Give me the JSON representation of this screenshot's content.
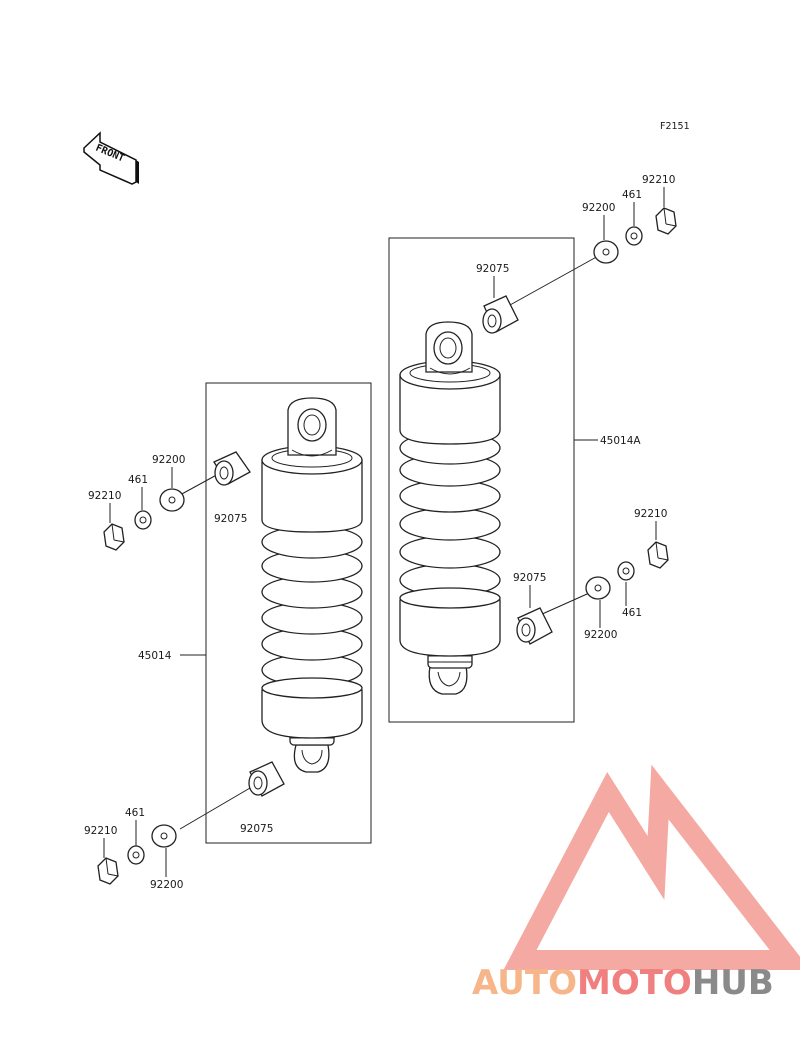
{
  "diagram_code": "F2151",
  "front_label": "FRONT",
  "assemblies": {
    "left": "45014",
    "right": "45014A"
  },
  "parts": {
    "nut": "92210",
    "washer_small": "461",
    "washer_large": "92200",
    "bushing": "92075"
  },
  "watermark": {
    "part1": "AUTO",
    "part2": "MOTO",
    "part3": "HUB",
    "colors": {
      "auto": "#f6b68a",
      "moto": "#f08080",
      "hub": "#8a8a8a",
      "logo": "#f29a92"
    }
  }
}
